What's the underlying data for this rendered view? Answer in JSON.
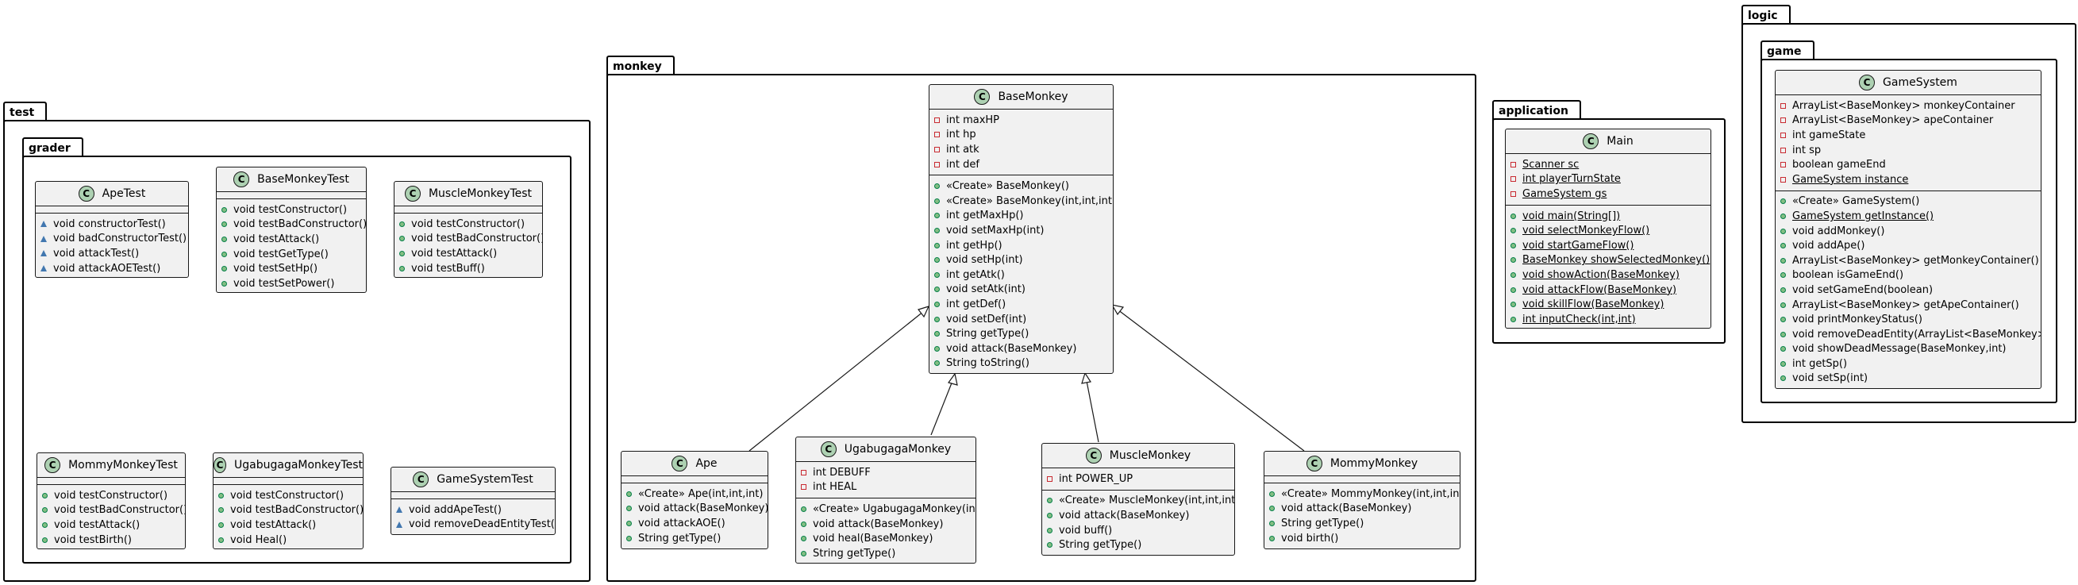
{
  "packages": {
    "test": "test",
    "grader": "grader",
    "monkey": "monkey",
    "application": "application",
    "logic": "logic",
    "game": "game"
  },
  "icons": {
    "class_badge": "class-badge-icon",
    "private": "private-square-icon",
    "public": "public-circle-icon",
    "package": "package-triangle-icon"
  },
  "colors": {
    "class_fill": "#f1f1f1",
    "badge": "#add1b2",
    "private": "#c82930",
    "public": "#84be84",
    "package": "#4177af"
  },
  "classes": {
    "ApeTest": {
      "name": "ApeTest",
      "attributes": [],
      "methods": [
        {
          "vis": "package",
          "text": "void constructorTest()"
        },
        {
          "vis": "package",
          "text": "void badConstructorTest()"
        },
        {
          "vis": "package",
          "text": "void attackTest()"
        },
        {
          "vis": "package",
          "text": "void attackAOETest()"
        }
      ]
    },
    "BaseMonkeyTest": {
      "name": "BaseMonkeyTest",
      "attributes": [],
      "methods": [
        {
          "vis": "public",
          "text": "void testConstructor()"
        },
        {
          "vis": "public",
          "text": "void testBadConstructor()"
        },
        {
          "vis": "public",
          "text": "void testAttack()"
        },
        {
          "vis": "public",
          "text": "void testGetType()"
        },
        {
          "vis": "public",
          "text": "void testSetHp()"
        },
        {
          "vis": "public",
          "text": "void testSetPower()"
        }
      ]
    },
    "MuscleMonkeyTest": {
      "name": "MuscleMonkeyTest",
      "attributes": [],
      "methods": [
        {
          "vis": "public",
          "text": "void testConstructor()"
        },
        {
          "vis": "public",
          "text": "void testBadConstructor()"
        },
        {
          "vis": "public",
          "text": "void testAttack()"
        },
        {
          "vis": "public",
          "text": "void testBuff()"
        }
      ]
    },
    "MommyMonkeyTest": {
      "name": "MommyMonkeyTest",
      "attributes": [],
      "methods": [
        {
          "vis": "public",
          "text": "void testConstructor()"
        },
        {
          "vis": "public",
          "text": "void testBadConstructor()"
        },
        {
          "vis": "public",
          "text": "void testAttack()"
        },
        {
          "vis": "public",
          "text": "void testBirth()"
        }
      ]
    },
    "UgabugagaMonkeyTest": {
      "name": "UgabugagaMonkeyTest",
      "attributes": [],
      "methods": [
        {
          "vis": "public",
          "text": "void testConstructor()"
        },
        {
          "vis": "public",
          "text": "void testBadConstructor()"
        },
        {
          "vis": "public",
          "text": "void testAttack()"
        },
        {
          "vis": "public",
          "text": "void Heal()"
        }
      ]
    },
    "GameSystemTest": {
      "name": "GameSystemTest",
      "attributes": [],
      "methods": [
        {
          "vis": "package",
          "text": "void addApeTest()"
        },
        {
          "vis": "package",
          "text": "void removeDeadEntityTest()"
        }
      ]
    },
    "BaseMonkey": {
      "name": "BaseMonkey",
      "attributes": [
        {
          "vis": "private",
          "text": "int maxHP"
        },
        {
          "vis": "private",
          "text": "int hp"
        },
        {
          "vis": "private",
          "text": "int atk"
        },
        {
          "vis": "private",
          "text": "int def"
        }
      ],
      "methods": [
        {
          "vis": "public",
          "text": "«Create» BaseMonkey()"
        },
        {
          "vis": "public",
          "text": "«Create» BaseMonkey(int,int,int)"
        },
        {
          "vis": "public",
          "text": "int getMaxHp()"
        },
        {
          "vis": "public",
          "text": "void setMaxHp(int)"
        },
        {
          "vis": "public",
          "text": "int getHp()"
        },
        {
          "vis": "public",
          "text": "void setHp(int)"
        },
        {
          "vis": "public",
          "text": "int getAtk()"
        },
        {
          "vis": "public",
          "text": "void setAtk(int)"
        },
        {
          "vis": "public",
          "text": "int getDef()"
        },
        {
          "vis": "public",
          "text": "void setDef(int)"
        },
        {
          "vis": "public",
          "text": "String getType()"
        },
        {
          "vis": "public",
          "text": "void attack(BaseMonkey)"
        },
        {
          "vis": "public",
          "text": "String toString()"
        }
      ]
    },
    "Ape": {
      "name": "Ape",
      "attributes": [],
      "methods": [
        {
          "vis": "public",
          "text": "«Create» Ape(int,int,int)"
        },
        {
          "vis": "public",
          "text": "void attack(BaseMonkey)"
        },
        {
          "vis": "public",
          "text": "void attackAOE()"
        },
        {
          "vis": "public",
          "text": "String getType()"
        }
      ]
    },
    "UgabugagaMonkey": {
      "name": "UgabugagaMonkey",
      "attributes": [
        {
          "vis": "private",
          "text": "int DEBUFF"
        },
        {
          "vis": "private",
          "text": "int HEAL"
        }
      ],
      "methods": [
        {
          "vis": "public",
          "text": "«Create» UgabugagaMonkey(int,int,int)"
        },
        {
          "vis": "public",
          "text": "void attack(BaseMonkey)"
        },
        {
          "vis": "public",
          "text": "void heal(BaseMonkey)"
        },
        {
          "vis": "public",
          "text": "String getType()"
        }
      ]
    },
    "MuscleMonkey": {
      "name": "MuscleMonkey",
      "attributes": [
        {
          "vis": "private",
          "text": "int POWER_UP"
        }
      ],
      "methods": [
        {
          "vis": "public",
          "text": "«Create» MuscleMonkey(int,int,int)"
        },
        {
          "vis": "public",
          "text": "void attack(BaseMonkey)"
        },
        {
          "vis": "public",
          "text": "void buff()"
        },
        {
          "vis": "public",
          "text": "String getType()"
        }
      ]
    },
    "MommyMonkey": {
      "name": "MommyMonkey",
      "attributes": [],
      "methods": [
        {
          "vis": "public",
          "text": "«Create» MommyMonkey(int,int,int)"
        },
        {
          "vis": "public",
          "text": "void attack(BaseMonkey)"
        },
        {
          "vis": "public",
          "text": "String getType()"
        },
        {
          "vis": "public",
          "text": "void birth()"
        }
      ]
    },
    "Main": {
      "name": "Main",
      "attributes": [
        {
          "vis": "private",
          "text": "Scanner sc",
          "static": true
        },
        {
          "vis": "private",
          "text": "int playerTurnState",
          "static": true
        },
        {
          "vis": "private",
          "text": "GameSystem gs",
          "static": true
        }
      ],
      "methods": [
        {
          "vis": "public",
          "text": "void main(String[])",
          "static": true
        },
        {
          "vis": "public",
          "text": "void selectMonkeyFlow()",
          "static": true
        },
        {
          "vis": "public",
          "text": "void startGameFlow()",
          "static": true
        },
        {
          "vis": "public",
          "text": "BaseMonkey showSelectedMonkey()",
          "static": true
        },
        {
          "vis": "public",
          "text": "void showAction(BaseMonkey)",
          "static": true
        },
        {
          "vis": "public",
          "text": "void attackFlow(BaseMonkey)",
          "static": true
        },
        {
          "vis": "public",
          "text": "void skillFlow(BaseMonkey)",
          "static": true
        },
        {
          "vis": "public",
          "text": "int inputCheck(int,int)",
          "static": true
        }
      ]
    },
    "GameSystem": {
      "name": "GameSystem",
      "attributes": [
        {
          "vis": "private",
          "text": "ArrayList<BaseMonkey> monkeyContainer"
        },
        {
          "vis": "private",
          "text": "ArrayList<BaseMonkey> apeContainer"
        },
        {
          "vis": "private",
          "text": "int gameState"
        },
        {
          "vis": "private",
          "text": "int sp"
        },
        {
          "vis": "private",
          "text": "boolean gameEnd"
        },
        {
          "vis": "private",
          "text": "GameSystem instance",
          "static": true
        }
      ],
      "methods": [
        {
          "vis": "public",
          "text": "«Create» GameSystem()"
        },
        {
          "vis": "public",
          "text": "GameSystem getInstance()",
          "static": true
        },
        {
          "vis": "public",
          "text": "void addMonkey()"
        },
        {
          "vis": "public",
          "text": "void addApe()"
        },
        {
          "vis": "public",
          "text": "ArrayList<BaseMonkey> getMonkeyContainer()"
        },
        {
          "vis": "public",
          "text": "boolean isGameEnd()"
        },
        {
          "vis": "public",
          "text": "void setGameEnd(boolean)"
        },
        {
          "vis": "public",
          "text": "ArrayList<BaseMonkey> getApeContainer()"
        },
        {
          "vis": "public",
          "text": "void printMonkeyStatus()"
        },
        {
          "vis": "public",
          "text": "void removeDeadEntity(ArrayList<BaseMonkey>)"
        },
        {
          "vis": "public",
          "text": "void showDeadMessage(BaseMonkey,int)"
        },
        {
          "vis": "public",
          "text": "int getSp()"
        },
        {
          "vis": "public",
          "text": "void setSp(int)"
        }
      ]
    }
  },
  "inheritance": [
    {
      "from": "Ape",
      "to": "BaseMonkey"
    },
    {
      "from": "UgabugagaMonkey",
      "to": "BaseMonkey"
    },
    {
      "from": "MuscleMonkey",
      "to": "BaseMonkey"
    },
    {
      "from": "MommyMonkey",
      "to": "BaseMonkey"
    }
  ]
}
